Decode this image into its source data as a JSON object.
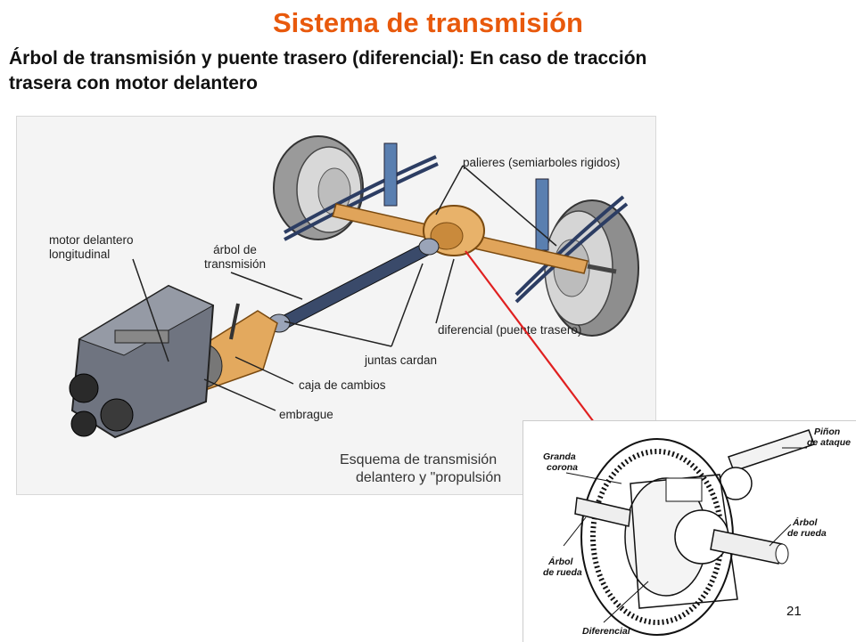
{
  "slide": {
    "title": "Sistema de transmisión",
    "subtitle_line1": "Árbol de transmisión y puente trasero (diferencial): En caso de tracción",
    "subtitle_line2": "trasera con motor delantero",
    "page_number": "21"
  },
  "main_figure": {
    "labels": {
      "motor_line1": "motor delantero",
      "motor_line2": "longitudinal",
      "arbol_line1": "árbol de",
      "arbol_line2": "transmisión",
      "palieres": "palieres (semiarboles rigidos)",
      "diferencial": "diferencial (puente trasero)",
      "juntas": "juntas cardan",
      "caja": "caja de cambios",
      "embrague": "embrague"
    },
    "caption_line1": "Esquema de transmisión",
    "caption_line2": "delantero y \"propulsión"
  },
  "inset_figure": {
    "labels": {
      "piñon_line1": "Piñon",
      "piñon_line2": "de ataque",
      "corona_line1": "Granda",
      "corona_line2": "corona",
      "arbol_right_line1": "Árbol",
      "arbol_right_line2": "de rueda",
      "arbol_left_line1": "Árbol",
      "arbol_left_line2": "de rueda",
      "diferencial": "Diferencial"
    }
  },
  "colors": {
    "title": "#e8590c",
    "arrow": "#e02020",
    "housing": "#e0a45a",
    "shaft": "#3a4a6a",
    "spring": "#5a7fb0"
  }
}
